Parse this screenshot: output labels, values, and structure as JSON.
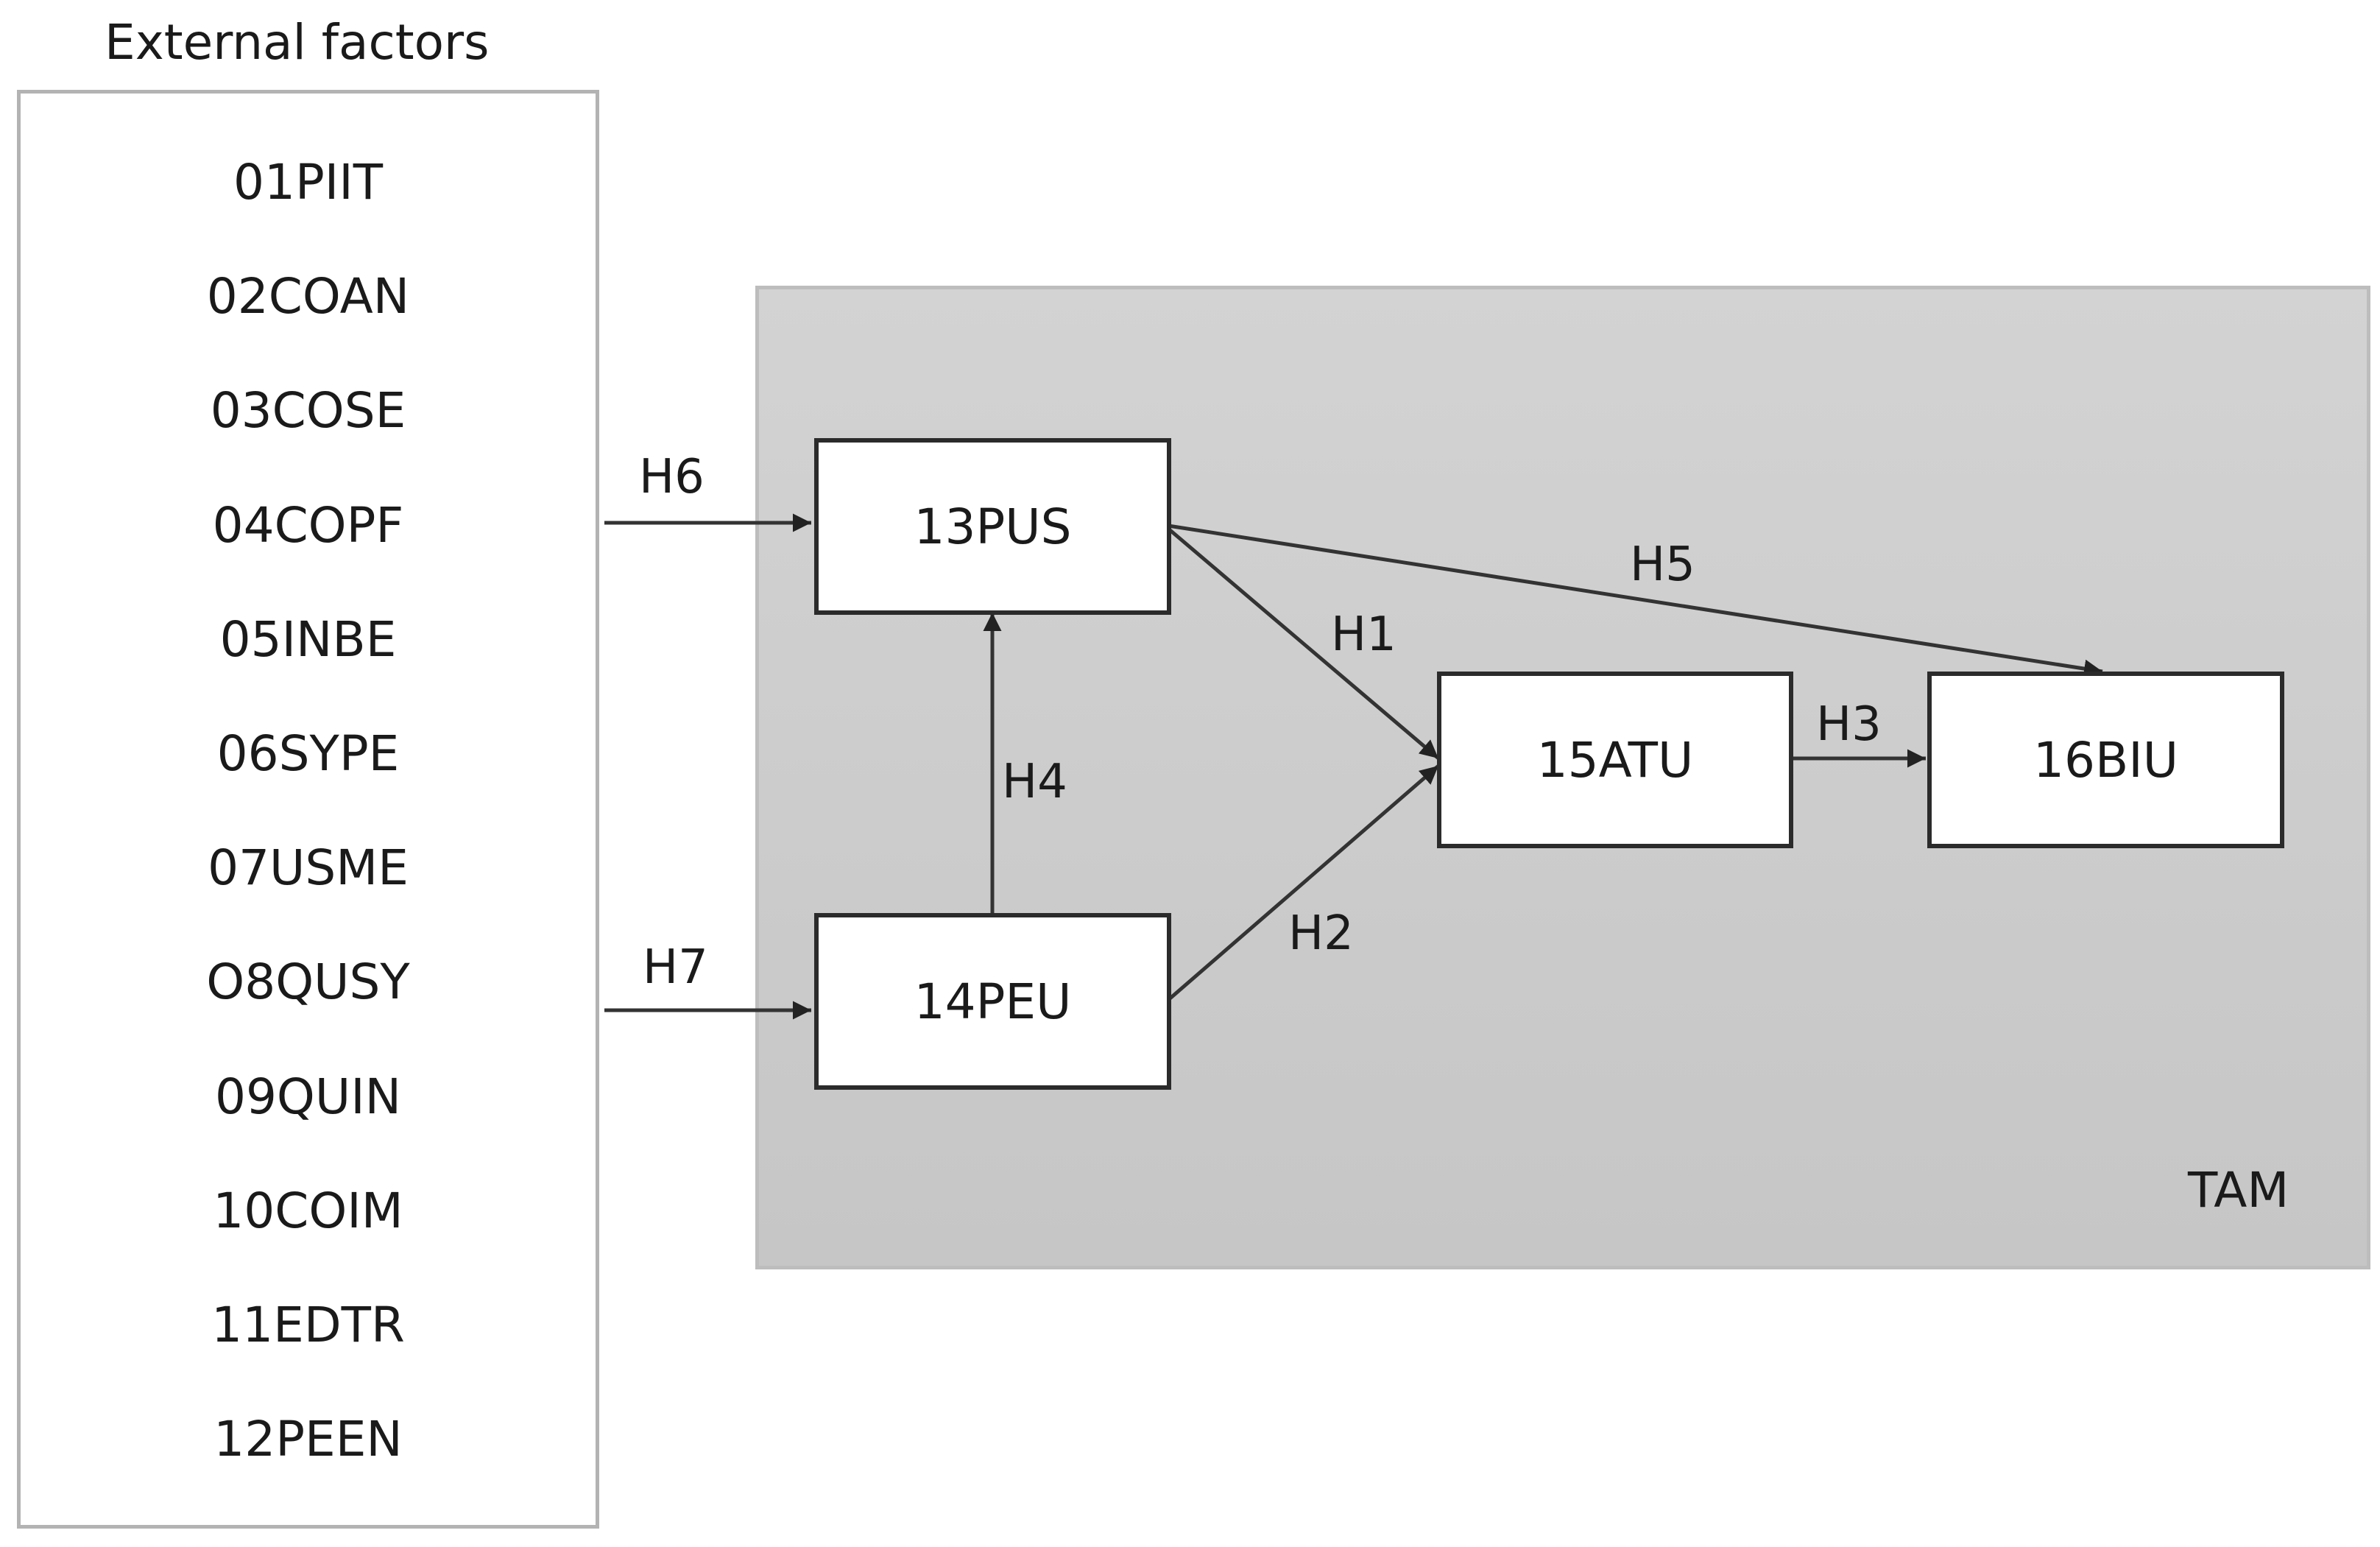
{
  "external": {
    "title": "External factors",
    "items": [
      "01PIIT",
      "02COAN",
      "03COSE",
      "04COPF",
      "05INBE",
      "06SYPE",
      "07USME",
      "O8QUSY",
      "09QUIN",
      "10COIM",
      "11EDTR",
      "12PEEN"
    ]
  },
  "tam": {
    "label": "TAM",
    "constructs": {
      "pus": "13PUS",
      "peu": "14PEU",
      "atu": "15ATU",
      "biu": "16BIU"
    }
  },
  "hypotheses": {
    "h1": "H1",
    "h2": "H2",
    "h3": "H3",
    "h4": "H4",
    "h5": "H5",
    "h6": "H6",
    "h7": "H7"
  },
  "colors": {
    "line": "#333333",
    "tam_background": "#cbcbcb",
    "box_border": "#2b2b2b",
    "external_border": "#b3b3b3"
  }
}
